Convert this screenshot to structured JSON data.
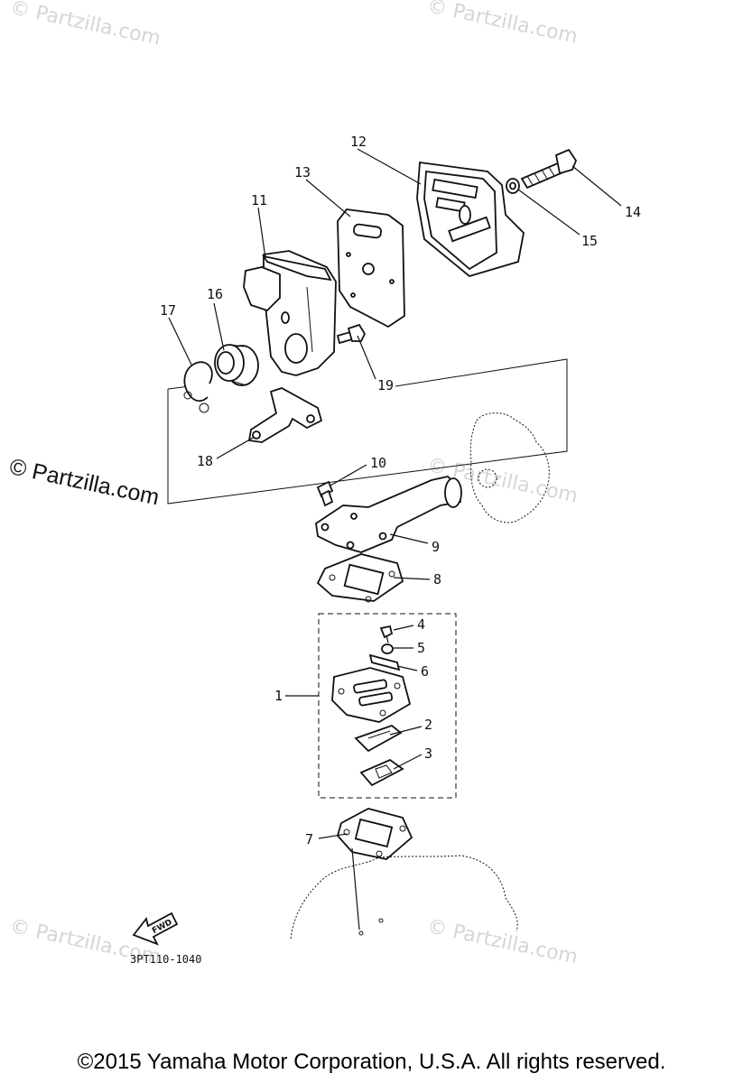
{
  "watermarks": {
    "small": "© Partzilla.com",
    "large": "© Partzilla.com"
  },
  "parts": [
    {
      "num": "1"
    },
    {
      "num": "2"
    },
    {
      "num": "3"
    },
    {
      "num": "4"
    },
    {
      "num": "5"
    },
    {
      "num": "6"
    },
    {
      "num": "7"
    },
    {
      "num": "8"
    },
    {
      "num": "9"
    },
    {
      "num": "10"
    },
    {
      "num": "11"
    },
    {
      "num": "12"
    },
    {
      "num": "13"
    },
    {
      "num": "14"
    },
    {
      "num": "15"
    },
    {
      "num": "16"
    },
    {
      "num": "17"
    },
    {
      "num": "18"
    },
    {
      "num": "19"
    }
  ],
  "fwd_label": "FWD",
  "diagram_code": "3PT110-1040",
  "copyright": "©2015  Yamaha Motor Corporation, U.S.A. All rights reserved.",
  "colors": {
    "line": "#111111",
    "watermark": "#c8c8c8",
    "background": "#ffffff"
  }
}
